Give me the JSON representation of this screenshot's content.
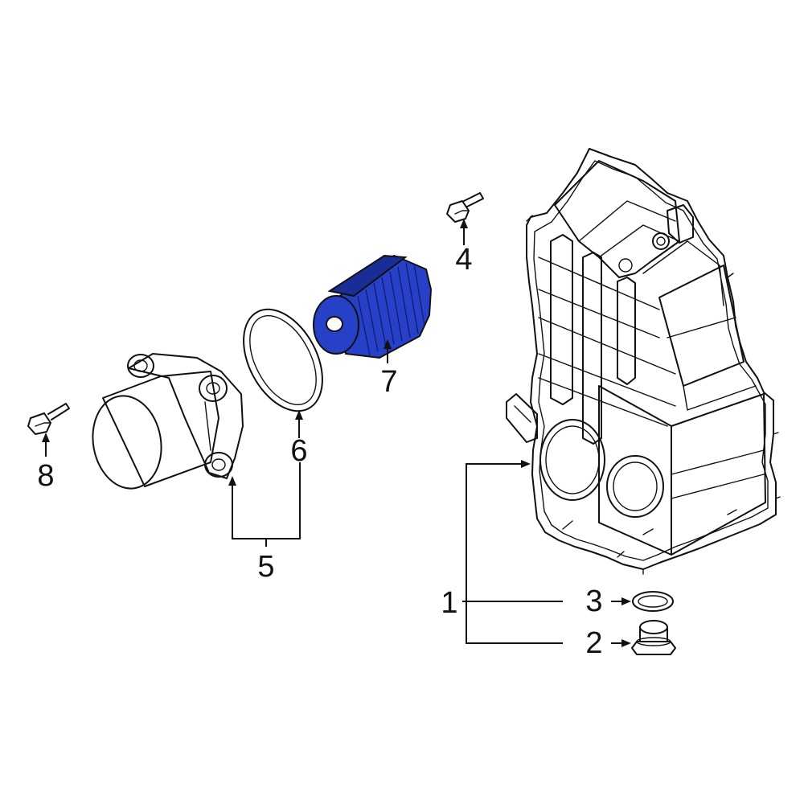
{
  "diagram": {
    "highlight_color": "#2740c8",
    "highlight_shade": "#1a2c95",
    "line_color": "#111111",
    "highlighted_part": "7",
    "callouts": {
      "c1": "1",
      "c2": "2",
      "c3": "3",
      "c4": "4",
      "c5": "5",
      "c6": "6",
      "c7": "7",
      "c8": "8"
    },
    "parts": [
      {
        "callout": "1",
        "icon": "transmission-case-icon"
      },
      {
        "callout": "2",
        "icon": "drain-plug-icon"
      },
      {
        "callout": "3",
        "icon": "washer-icon"
      },
      {
        "callout": "4",
        "icon": "bolt-icon"
      },
      {
        "callout": "5",
        "icon": "filter-cover-icon"
      },
      {
        "callout": "6",
        "icon": "o-ring-icon"
      },
      {
        "callout": "7",
        "icon": "oil-filter-icon"
      },
      {
        "callout": "8",
        "icon": "bolt-icon"
      }
    ]
  }
}
